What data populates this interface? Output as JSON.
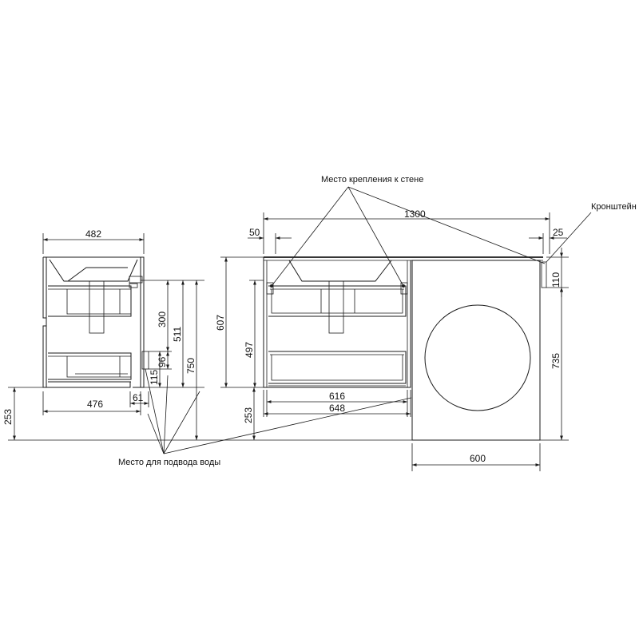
{
  "dimensions": {
    "side_width_top": "482",
    "side_depth_bottom": "476",
    "side_offset": "61",
    "side_h_300": "300",
    "side_h_511": "511",
    "side_h_750": "750",
    "side_h_115": "115",
    "side_h_96": "96",
    "left_253": "253",
    "front_total": "1300",
    "front_50": "50",
    "front_25": "25",
    "front_607": "607",
    "front_497": "497",
    "front_253": "253",
    "front_616": "616",
    "front_648": "648",
    "front_110": "110",
    "front_735": "735",
    "front_600": "600"
  },
  "notes": {
    "wall_mount": "Место крепления к стене",
    "bracket": "Кронштейн",
    "water_supply": "Место для подвода воды"
  }
}
